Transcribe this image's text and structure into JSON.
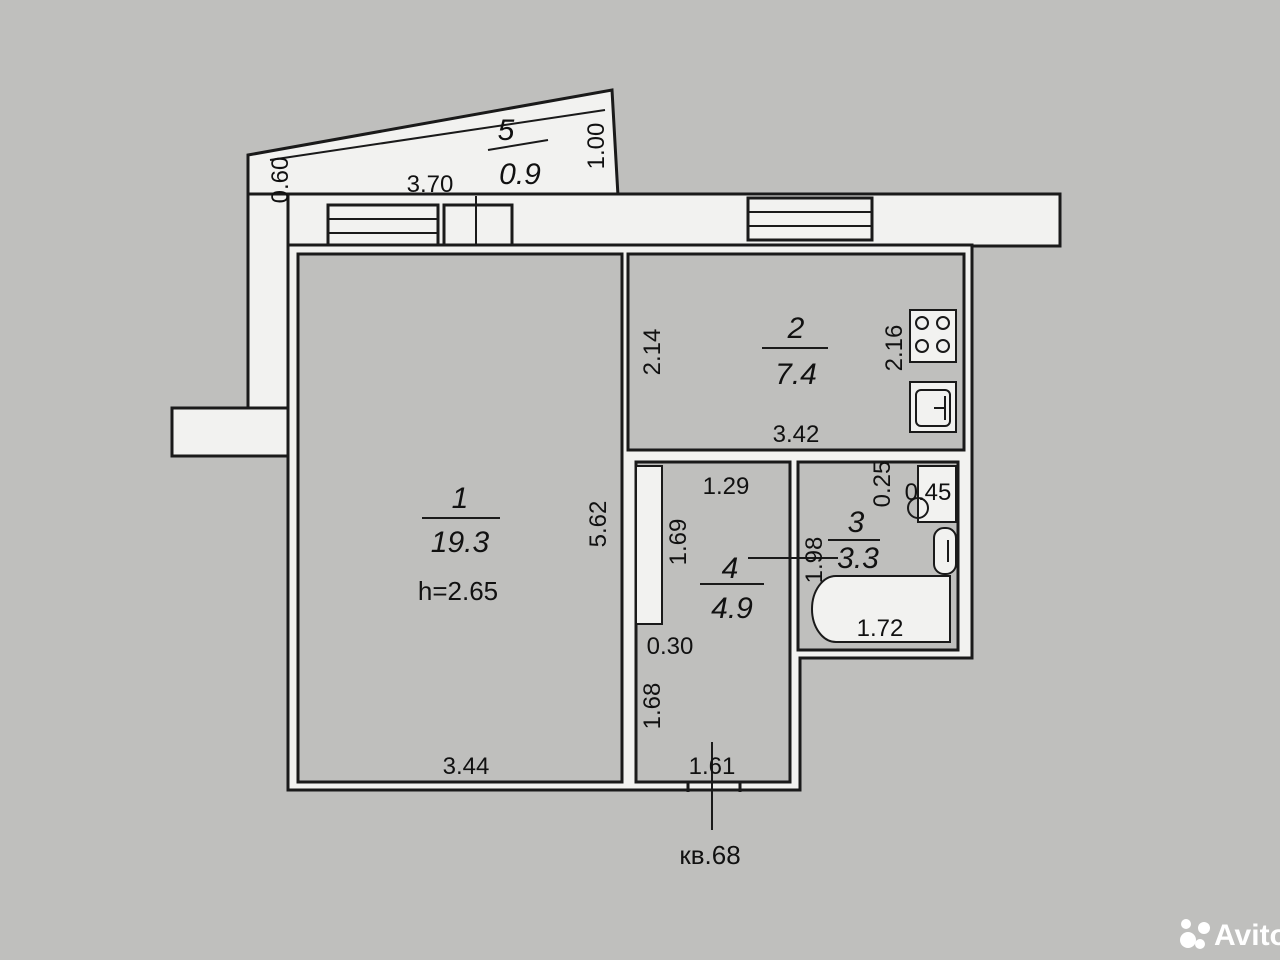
{
  "colors": {
    "paper": "#bfbfbd",
    "wall": "#f2f2f0",
    "line": "#1a1a1a",
    "watermark": "#ffffff"
  },
  "rooms": {
    "r1": {
      "num": "1",
      "area": "19.3",
      "height": "h=2.65"
    },
    "r2": {
      "num": "2",
      "area": "7.4"
    },
    "r3": {
      "num": "3",
      "area": "3.3"
    },
    "r4": {
      "num": "4",
      "area": "4.9"
    },
    "r5": {
      "num": "5",
      "area": "0.9"
    }
  },
  "dims": {
    "d060": "0.60",
    "d370": "3.70",
    "d100": "1.00",
    "d214": "2.14",
    "d216": "2.16",
    "d342": "3.42",
    "d562": "5.62",
    "d129": "1.29",
    "d169": "1.69",
    "d025": "0.25",
    "d045": "0.45",
    "d198": "1.98",
    "d030": "0.30",
    "d172": "1.72",
    "d168": "1.68",
    "d344": "3.44",
    "d161": "1.61"
  },
  "apartment": "кв.68",
  "watermark": {
    "text": "Avito",
    "icon": "avito-logo-icon"
  }
}
